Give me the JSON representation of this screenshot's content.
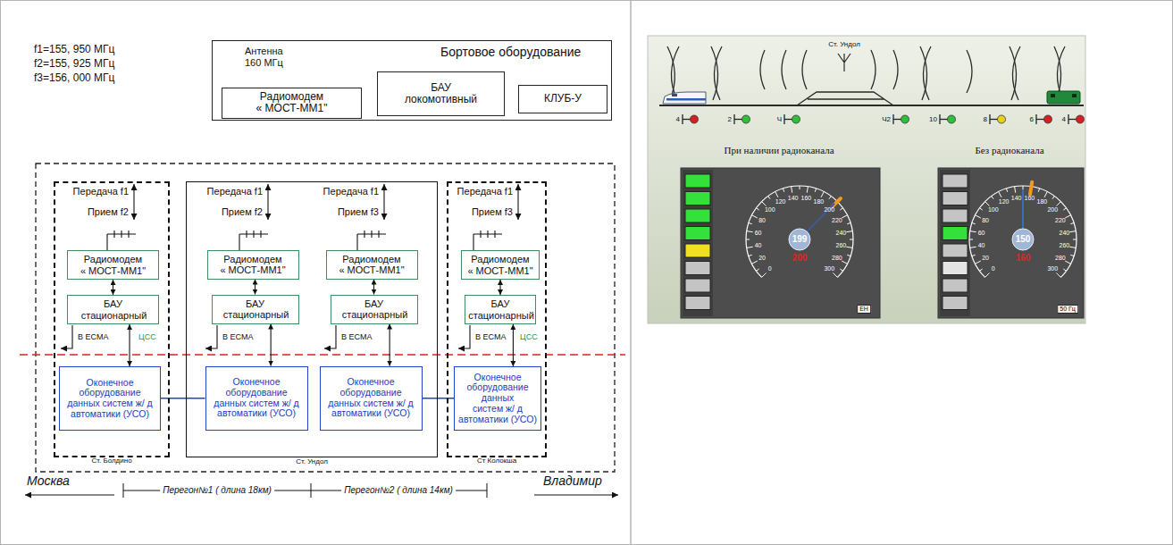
{
  "diagram": {
    "nodes": [
      {
        "text": [
          "Бортовое оборудование"
        ]
      },
      {
        "text": [
          "Радиомодем « МОСТ-ММ1\""
        ],
        "in": 0
      },
      {
        "text": [
          "БАУ локомотивный"
        ],
        "in": 0
      },
      {
        "text": [
          "КЛУБ-У"
        ],
        "in": 0
      },
      {
        "text": [
          "Ст. Болдино"
        ]
      },
      {
        "text": [
          "Радиомодем « МОСТ-ММ1\""
        ],
        "in": 4
      },
      {
        "text": [
          "БАУ стационарный"
        ],
        "in": 4
      },
      {
        "text": [
          "Оконечное оборудование данных систем ж/ д автоматики (УСО)"
        ],
        "in": 4
      },
      {
        "text": [
          "Ст. Ундол"
        ]
      },
      {
        "text": [
          "Радиомодем « МОСТ-ММ1\""
        ],
        "in": 8
      },
      {
        "text": [
          "БАУ стационарный"
        ],
        "in": 8
      },
      {
        "text": [
          "Оконечное оборудование данных систем ж/ д автоматики (УСО)"
        ],
        "in": 8
      },
      {
        "text": [
          "Радиомодем « МОСТ-ММ1\""
        ],
        "in": 8
      },
      {
        "text": [
          "БАУ стационарный"
        ],
        "in": 8
      },
      {
        "text": [
          "Оконечное оборудование данных систем ж/ д автоматики (УСО)"
        ],
        "in": 8
      },
      {
        "text": [
          "Ст Колокша"
        ]
      },
      {
        "text": [
          "Радиомодем « МОСТ-ММ1\""
        ],
        "in": 15
      },
      {
        "text": [
          "БАУ стационарный"
        ],
        "in": 15
      },
      {
        "text": [
          "Оконечное оборудование данных систем ж/ д автоматики (УСО)"
        ],
        "in": 15
      }
    ],
    "edges": [
      {
        "from": 1,
        "to": 2,
        "arrow": "both"
      },
      {
        "from": 2,
        "to": 3,
        "arrow": "both"
      },
      {
        "from": 5,
        "to": 6,
        "arrow": "both"
      },
      {
        "from": 6,
        "to": 7,
        "arrow": "both"
      },
      {
        "from": 9,
        "to": 10,
        "arrow": "both"
      },
      {
        "from": 10,
        "to": 11,
        "arrow": "both"
      },
      {
        "from": 12,
        "to": 13,
        "arrow": "both"
      },
      {
        "from": 13,
        "to": 14,
        "arrow": "both"
      },
      {
        "from": 16,
        "to": 17,
        "arrow": "both"
      },
      {
        "from": 17,
        "to": 18,
        "arrow": "both"
      },
      {
        "from": 7,
        "to": 11,
        "arrow": "none"
      },
      {
        "from": 14,
        "to": 18,
        "arrow": "none"
      }
    ],
    "labels": [
      "f1=155, 950 МГц",
      "f2=155, 925 МГц",
      "f3=156, 000 МГц",
      "Антенна 160 МГц",
      "Передача f1",
      "Прием f2",
      "Передача f1",
      "Прием f2",
      "Передача f1",
      "Прием f3",
      "Передача f1",
      "Прием f3",
      "В ЕСМА",
      "ЦСС",
      "В ЕСМА",
      "В ЕСМА",
      "В ЕСМА",
      "ЦСС",
      "Москва",
      "Перегон№1 ( длина 18км)",
      "Перегон№2 ( длина 14км)",
      "Владимир",
      "Ст. Ундол",
      "4",
      "2",
      "Ч",
      "Ч2",
      "10",
      "8",
      "6",
      "4",
      "При наличии радиоканала",
      "Без радиоканала",
      "0",
      "20",
      "40",
      "60",
      "80",
      "100",
      "120",
      "140",
      "160",
      "180",
      "200",
      "220",
      "240",
      "260",
      "280",
      "300",
      "199",
      "200",
      "ЕН",
      "0",
      "20",
      "40",
      "60",
      "80",
      "100",
      "120",
      "140",
      "160",
      "180",
      "200",
      "220",
      "240",
      "260",
      "280",
      "300",
      "150",
      "160",
      "50 Гц"
    ]
  }
}
